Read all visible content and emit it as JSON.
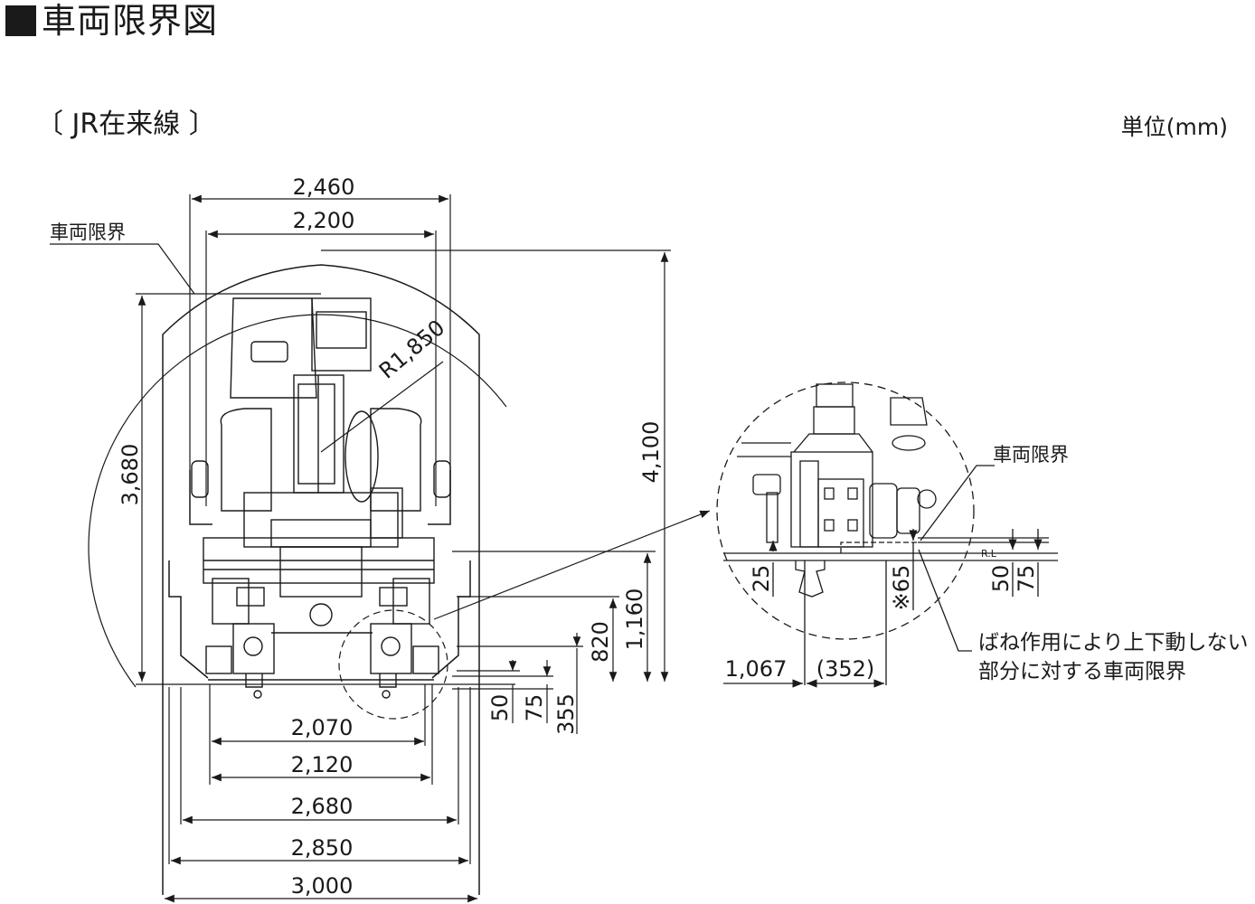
{
  "title": "車両限界図",
  "subtitle": "〔 JR在来線 〕",
  "unit": "単位(mm)",
  "labels": {
    "gauge_left": "車両限界",
    "gauge_detail": "車両限界",
    "radius": "R1,850",
    "rl": "R.L",
    "note_line1": "ばね作用により上下動しない",
    "note_line2": "部分に対する車両限界"
  },
  "dimensions": {
    "top_2460": "2,460",
    "top_2200": "2,200",
    "h_3680": "3,680",
    "h_4100": "4,100",
    "h_1160": "1,160",
    "h_820": "820",
    "h_50": "50",
    "h_75": "75",
    "h_355": "355",
    "w_2070": "2,070",
    "w_2120": "2,120",
    "w_2680": "2,680",
    "w_2850": "2,850",
    "w_3000": "3,000",
    "d_25": "25",
    "d_65": "※65",
    "d_50": "50",
    "d_75": "75",
    "d_1067": "1,067",
    "d_352": "(352)"
  }
}
